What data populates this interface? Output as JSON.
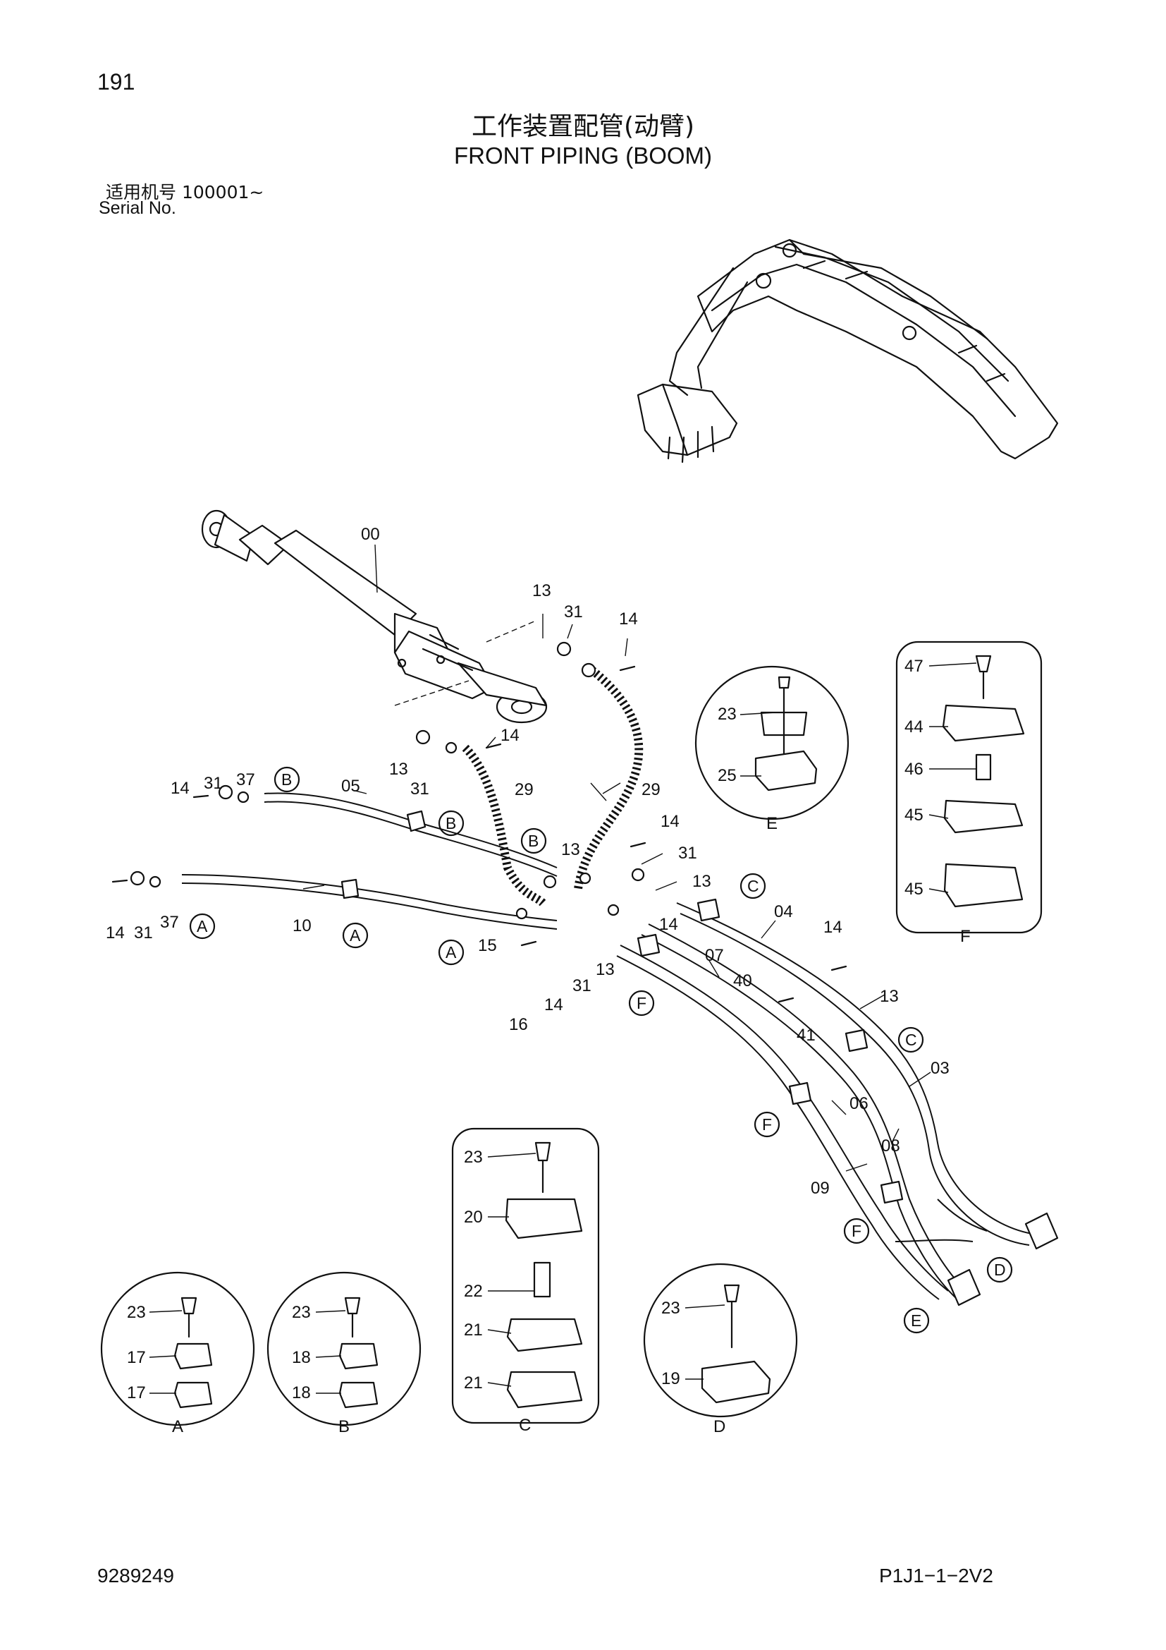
{
  "header": {
    "page_number": "191",
    "title_cn": "工作装置配管(动臂)",
    "title_en": "FRONT PIPING (BOOM)",
    "serial_cn": "适用机号  100001~",
    "serial_label": "Serial No."
  },
  "footer": {
    "document_number": "9289249",
    "page_code": "P1J1−1−2V2"
  },
  "callouts": {
    "c00": "00",
    "c13a": "13",
    "c31a": "31",
    "c14a": "14",
    "c14b": "14",
    "c13b": "13",
    "c31b": "31",
    "c14c": "14",
    "c31c": "31",
    "c37a": "37",
    "c05": "05",
    "c29a": "29",
    "c29b": "29",
    "c14d": "14",
    "c31d": "31",
    "c13c": "13",
    "c13d": "13",
    "c14e": "14",
    "c31e": "31",
    "c37b": "37",
    "c10": "10",
    "c15": "15",
    "c14f": "14",
    "c16": "16",
    "c31f": "31",
    "c13e": "13",
    "c14g": "14",
    "c04": "04",
    "c07": "07",
    "c14h": "14",
    "c40": "40",
    "c13f": "13",
    "c41": "41",
    "c03": "03",
    "c06": "06",
    "c08": "08",
    "c09": "09"
  },
  "refs": {
    "b1": "B",
    "b2": "B",
    "b3": "B",
    "a1": "A",
    "a2": "A",
    "a3": "A",
    "cc1": "C",
    "cc2": "C",
    "f1": "F",
    "f2": "F",
    "f3": "F",
    "e1": "E",
    "d1": "D"
  },
  "details": {
    "A": {
      "letter": "A",
      "items": [
        "23",
        "17",
        "17"
      ]
    },
    "B": {
      "letter": "B",
      "items": [
        "23",
        "18",
        "18"
      ]
    },
    "C": {
      "letter": "C",
      "items": [
        "23",
        "20",
        "22",
        "21",
        "21"
      ]
    },
    "D": {
      "letter": "D",
      "items": [
        "23",
        "19"
      ]
    },
    "E": {
      "letter": "E",
      "items": [
        "23",
        "25"
      ]
    },
    "F": {
      "letter": "F",
      "items": [
        "47",
        "44",
        "46",
        "45",
        "45"
      ]
    }
  }
}
